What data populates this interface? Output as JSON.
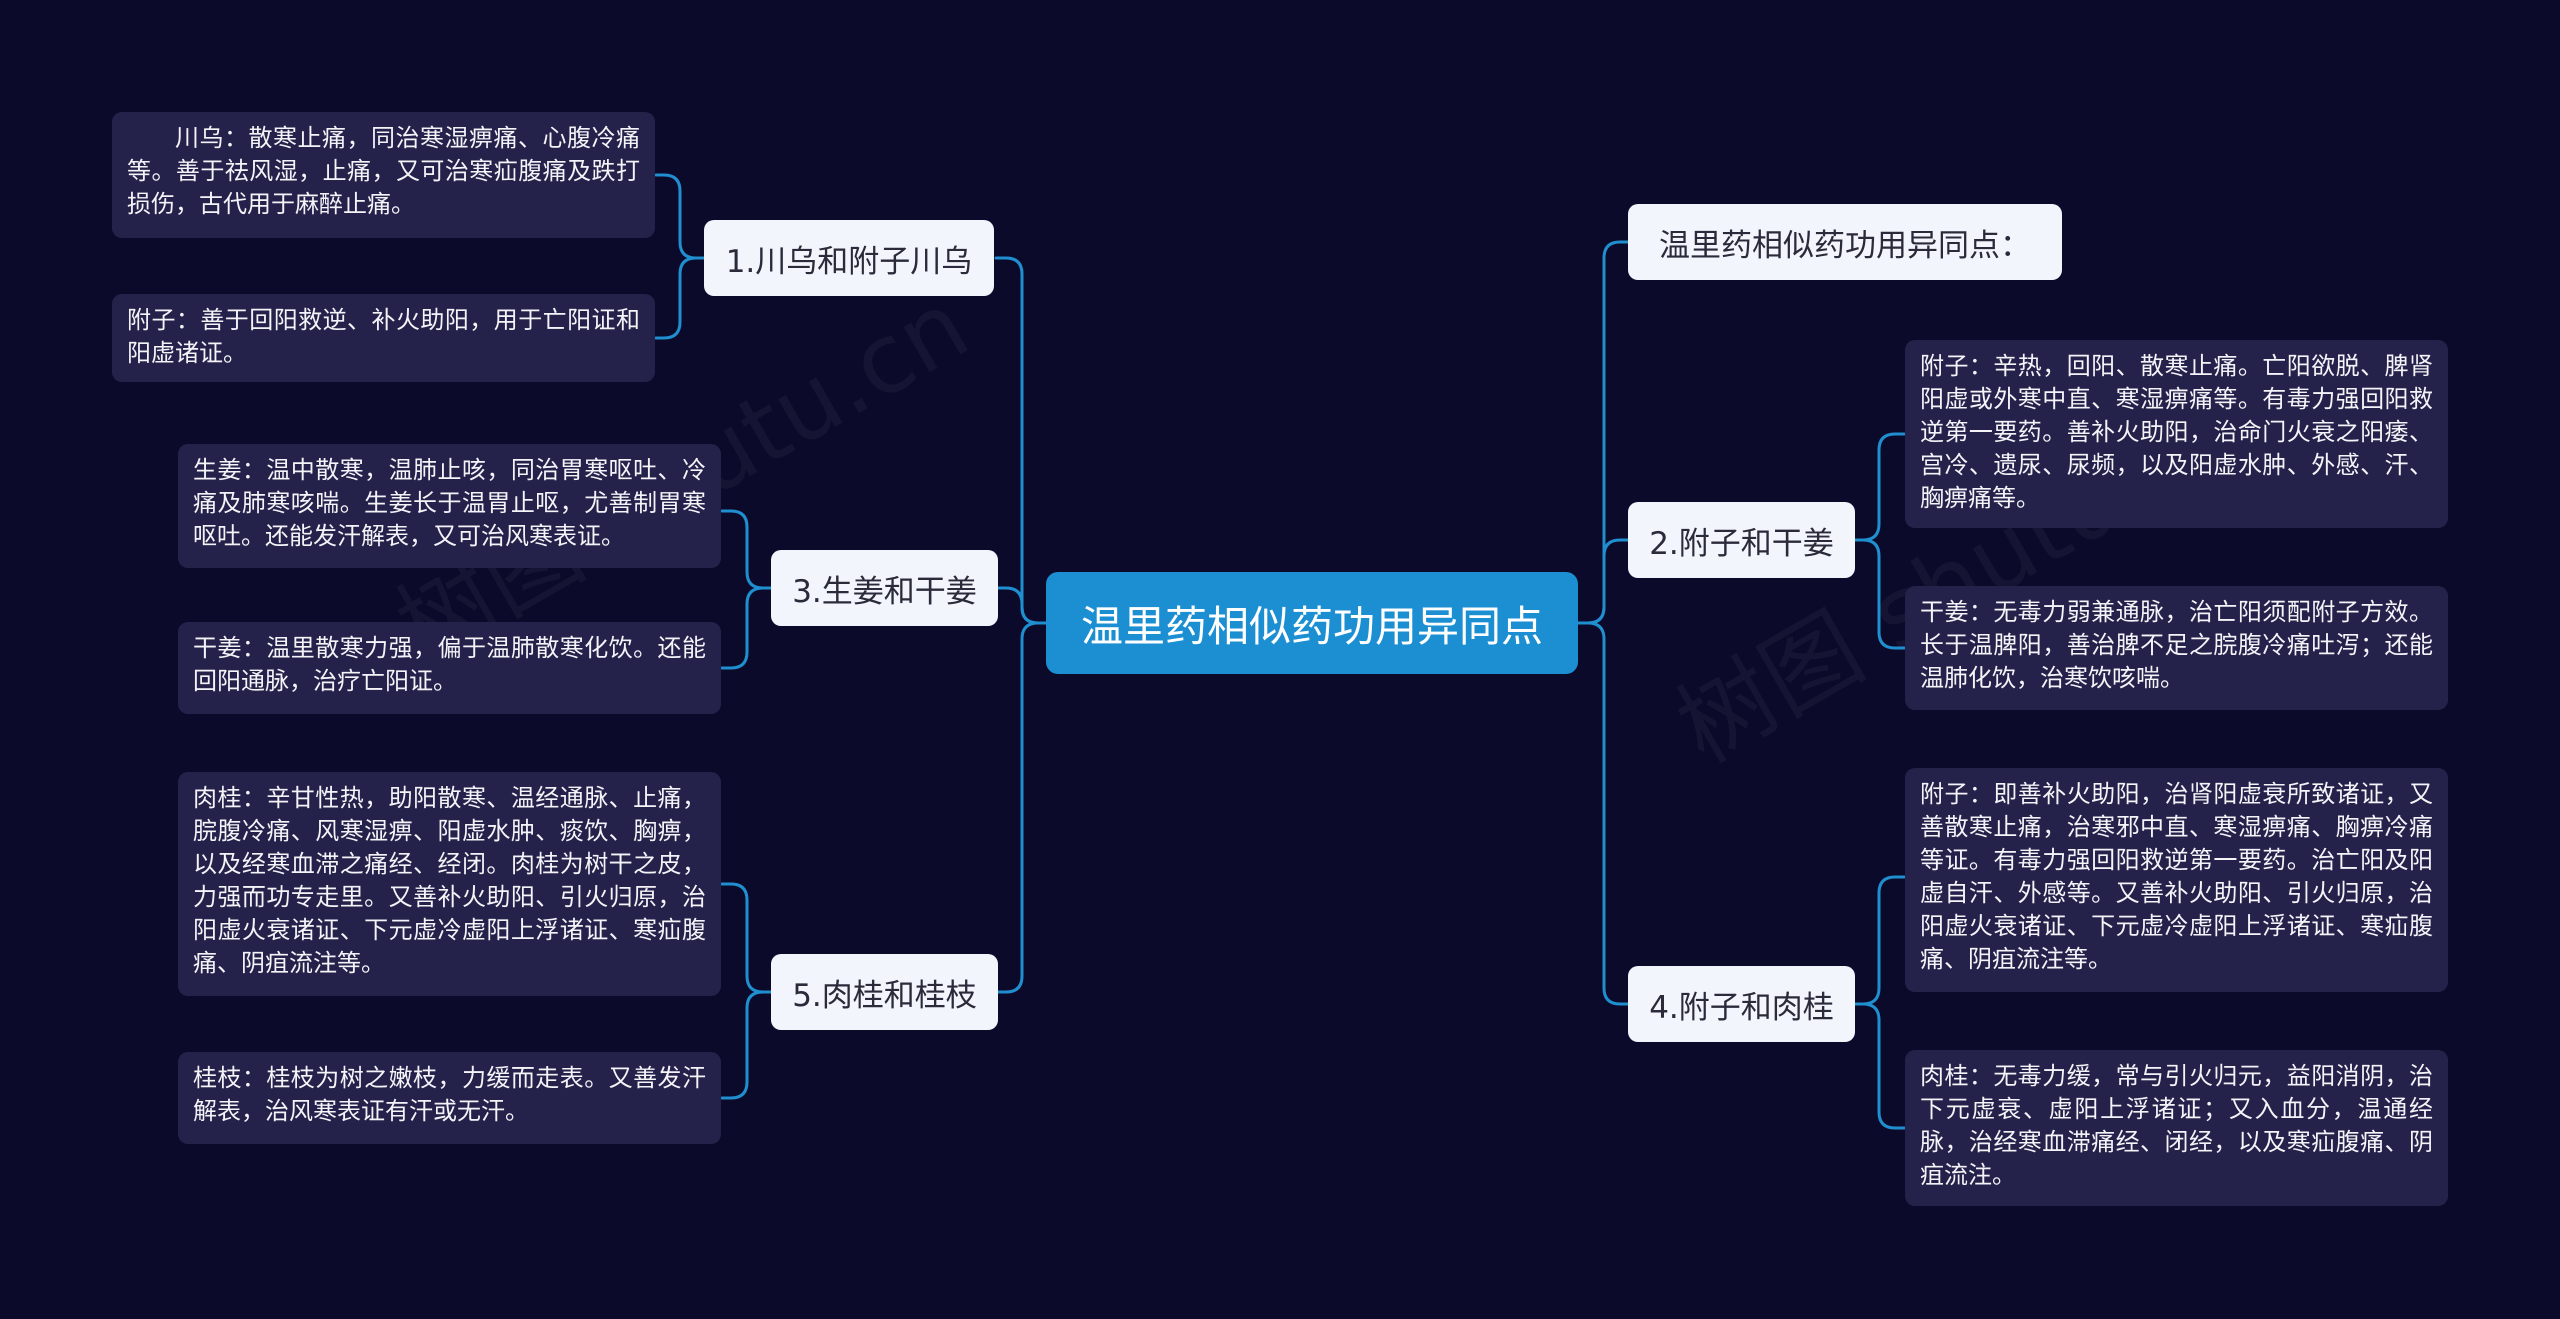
{
  "root": {
    "label": "温里药相似药功用异同点"
  },
  "watermark": "树图 shutu.cn",
  "colors": {
    "background": "#0c0a2a",
    "root": "#1c8fd3",
    "branch": "#f2f5fc",
    "leaf": "#24224a",
    "connector": "#1f8fd0"
  },
  "branches": {
    "b1": {
      "label": "1.川乌和附子川乌",
      "leaves": [
        "川乌：散寒止痛，同治寒湿痹痛、心腹冷痛等。善于祛风湿，止痛，又可治寒疝腹痛及跌打损伤，古代用于麻醉止痛。",
        "附子：善于回阳救逆、补火助阳，用于亡阳证和阳虚诸证。"
      ]
    },
    "b3": {
      "label": "3.生姜和干姜",
      "leaves": [
        "生姜：温中散寒，温肺止咳，同治胃寒呕吐、冷痛及肺寒咳喘。生姜长于温胃止呕，尤善制胃寒呕吐。还能发汗解表，又可治风寒表证。",
        "干姜：温里散寒力强，偏于温肺散寒化饮。还能回阳通脉，治疗亡阳证。"
      ]
    },
    "b5": {
      "label": "5.肉桂和桂枝",
      "leaves": [
        "肉桂：辛甘性热，助阳散寒、温经通脉、止痛，脘腹冷痛、风寒湿痹、阳虚水肿、痰饮、胸痹，以及经寒血滞之痛经、经闭。肉桂为树干之皮，力强而功专走里。又善补火助阳、引火归原，治阳虚火衰诸证、下元虚冷虚阳上浮诸证、寒疝腹痛、阴疽流注等。",
        "桂枝：桂枝为树之嫩枝，力缓而走表。又善发汗解表，治风寒表证有汗或无汗。"
      ]
    },
    "b0": {
      "label": "温里药相似药功用异同点："
    },
    "b2": {
      "label": "2.附子和干姜",
      "leaves": [
        "附子：辛热，回阳、散寒止痛。亡阳欲脱、脾肾阳虚或外寒中直、寒湿痹痛等。有毒力强回阳救逆第一要药。善补火助阳，治命门火衰之阳痿、宫冷、遗尿、尿频，以及阳虚水肿、外感、汗、胸痹痛等。",
        "干姜：无毒力弱兼通脉，治亡阳须配附子方效。长于温脾阳，善治脾不足之脘腹冷痛吐泻；还能温肺化饮，治寒饮咳喘。"
      ]
    },
    "b4": {
      "label": "4.附子和肉桂",
      "leaves": [
        "附子：即善补火助阳，治肾阳虚衰所致诸证，又善散寒止痛，治寒邪中直、寒湿痹痛、胸痹冷痛等证。有毒力强回阳救逆第一要药。治亡阳及阳虚自汗、外感等。又善补火助阳、引火归原，治阳虚火衰诸证、下元虚冷虚阳上浮诸证、寒疝腹痛、阴疽流注等。",
        "肉桂：无毒力缓，常与引火归元，益阳消阴，治下元虚衰、虚阳上浮诸证；又入血分，温通经脉，治经寒血滞痛经、闭经，以及寒疝腹痛、阴疽流注。"
      ]
    }
  }
}
